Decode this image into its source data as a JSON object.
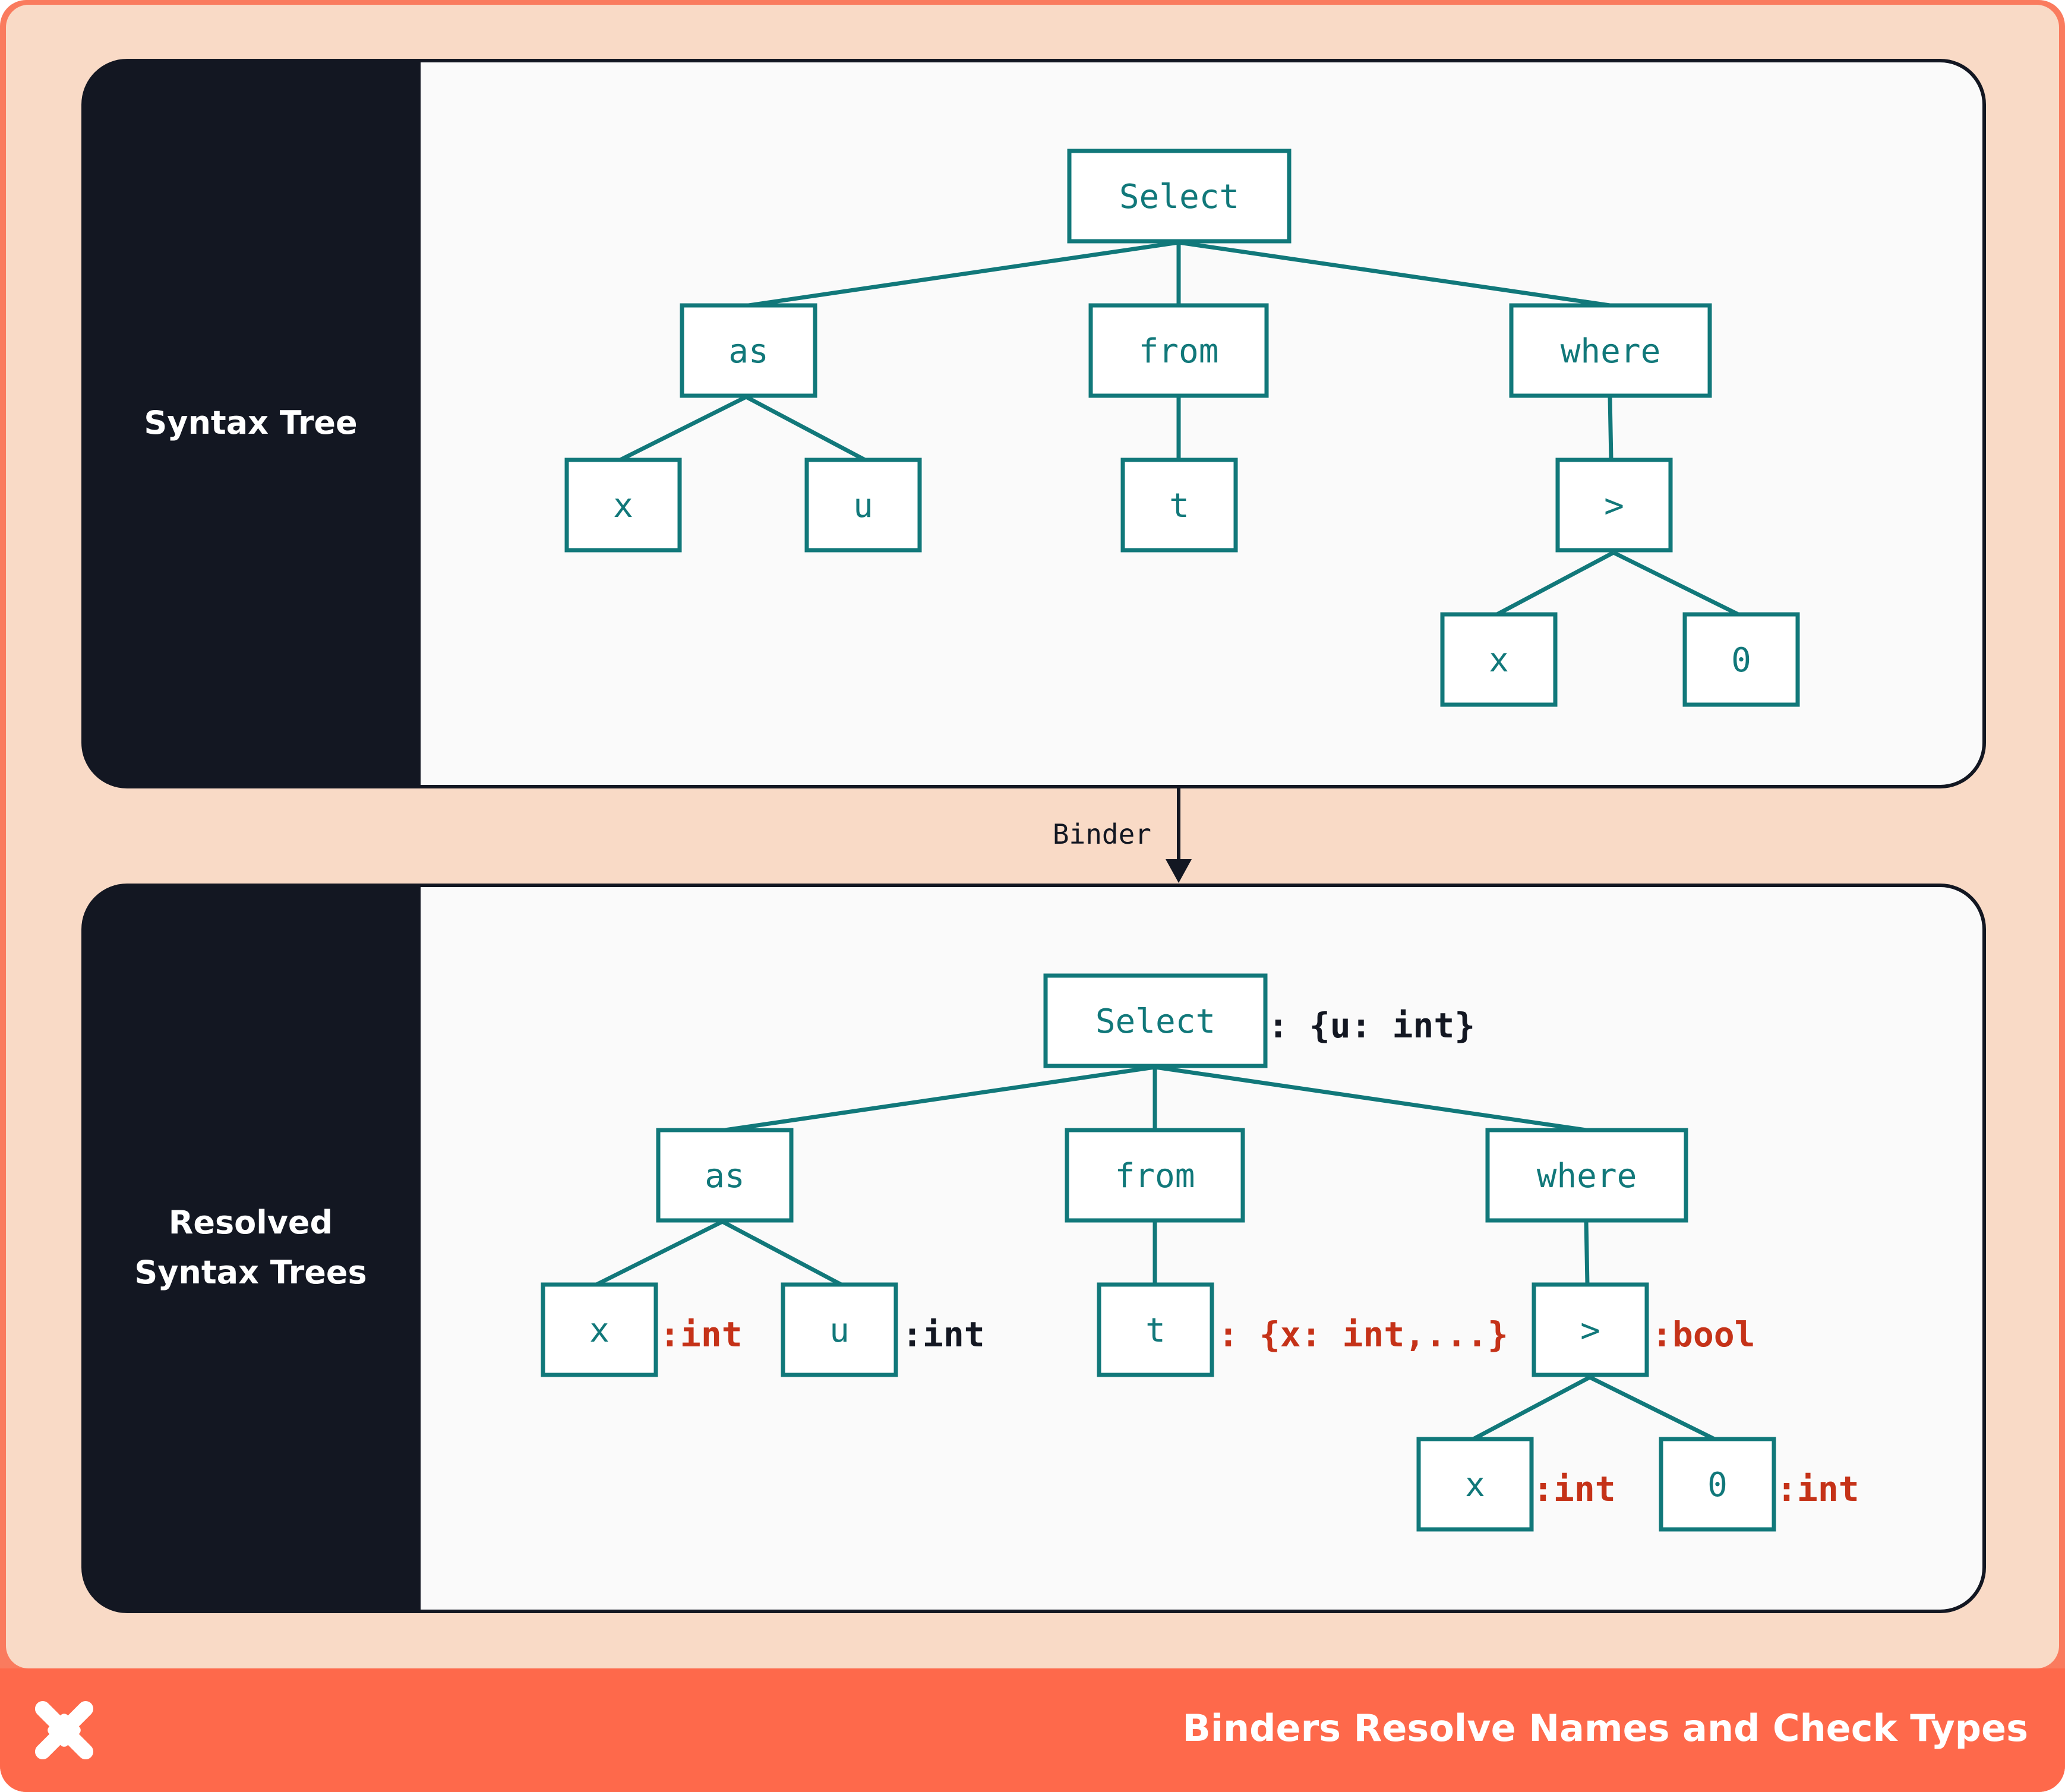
{
  "colors": {
    "outer_frame": "#fa7b5e",
    "outer_bg": "#f9dac6",
    "panel_dark": "#131722",
    "panel_light": "#fafafa",
    "panel_border": "#131722",
    "node_stroke": "#11787a",
    "node_text": "#11787a",
    "annotation_red": "#c53218",
    "annotation_dark": "#131722",
    "footer_bg": "#fe694b",
    "footer_text": "#ffffff"
  },
  "panels": {
    "top": {
      "label_lines": [
        "Syntax Tree"
      ],
      "nodes": [
        {
          "id": "select",
          "label": "Select"
        },
        {
          "id": "as",
          "label": "as"
        },
        {
          "id": "from",
          "label": "from"
        },
        {
          "id": "where",
          "label": "where"
        },
        {
          "id": "x1",
          "label": "x"
        },
        {
          "id": "u1",
          "label": "u"
        },
        {
          "id": "t1",
          "label": "t"
        },
        {
          "id": "gt",
          "label": ">"
        },
        {
          "id": "x2",
          "label": "x"
        },
        {
          "id": "zero",
          "label": "0"
        }
      ],
      "edges": [
        [
          "select",
          "as"
        ],
        [
          "select",
          "from"
        ],
        [
          "select",
          "where"
        ],
        [
          "as",
          "x1"
        ],
        [
          "as",
          "u1"
        ],
        [
          "from",
          "t1"
        ],
        [
          "where",
          "gt"
        ],
        [
          "gt",
          "x2"
        ],
        [
          "gt",
          "zero"
        ]
      ]
    },
    "bottom": {
      "label_lines": [
        "Resolved",
        "Syntax Trees"
      ],
      "nodes": [
        {
          "id": "select",
          "label": "Select"
        },
        {
          "id": "as",
          "label": "as"
        },
        {
          "id": "from",
          "label": "from"
        },
        {
          "id": "where",
          "label": "where"
        },
        {
          "id": "x1",
          "label": "x"
        },
        {
          "id": "u1",
          "label": "u"
        },
        {
          "id": "t1",
          "label": "t"
        },
        {
          "id": "gt",
          "label": ">"
        },
        {
          "id": "x2",
          "label": "x"
        },
        {
          "id": "zero",
          "label": "0"
        }
      ],
      "edges": [
        [
          "select",
          "as"
        ],
        [
          "select",
          "from"
        ],
        [
          "select",
          "where"
        ],
        [
          "as",
          "x1"
        ],
        [
          "as",
          "u1"
        ],
        [
          "from",
          "t1"
        ],
        [
          "where",
          "gt"
        ],
        [
          "gt",
          "x2"
        ],
        [
          "gt",
          "zero"
        ]
      ],
      "annotations": [
        {
          "node": "select",
          "text": ": {u: int}",
          "tone": "dark"
        },
        {
          "node": "x1",
          "text": ":int",
          "tone": "red"
        },
        {
          "node": "u1",
          "text": ":int",
          "tone": "dark"
        },
        {
          "node": "t1",
          "text": ": {x: int,...}",
          "tone": "red"
        },
        {
          "node": "gt",
          "text": ":bool",
          "tone": "red"
        },
        {
          "node": "x2",
          "text": ":int",
          "tone": "red"
        },
        {
          "node": "zero",
          "text": ":int",
          "tone": "red"
        }
      ]
    }
  },
  "arrow": {
    "label": "Binder"
  },
  "footer": {
    "title": "Binders Resolve Names and Check Types",
    "logo": "x-logo-icon"
  }
}
